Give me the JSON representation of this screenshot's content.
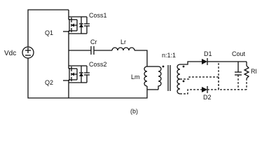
{
  "circuit": {
    "labels": {
      "source": "Vdc",
      "switch_top": "Q1",
      "cap_top": "Coss1",
      "switch_bottom": "Q2",
      "cap_bottom": "Coss2",
      "resonant_cap": "Cr",
      "resonant_inductor": "Lr",
      "magnetizing_inductor": "Lm",
      "turns_ratio": "n:1:1",
      "diode_top": "D1",
      "diode_bottom": "D2",
      "output_cap": "Cout",
      "load": "Rl"
    },
    "caption": "(b)"
  }
}
